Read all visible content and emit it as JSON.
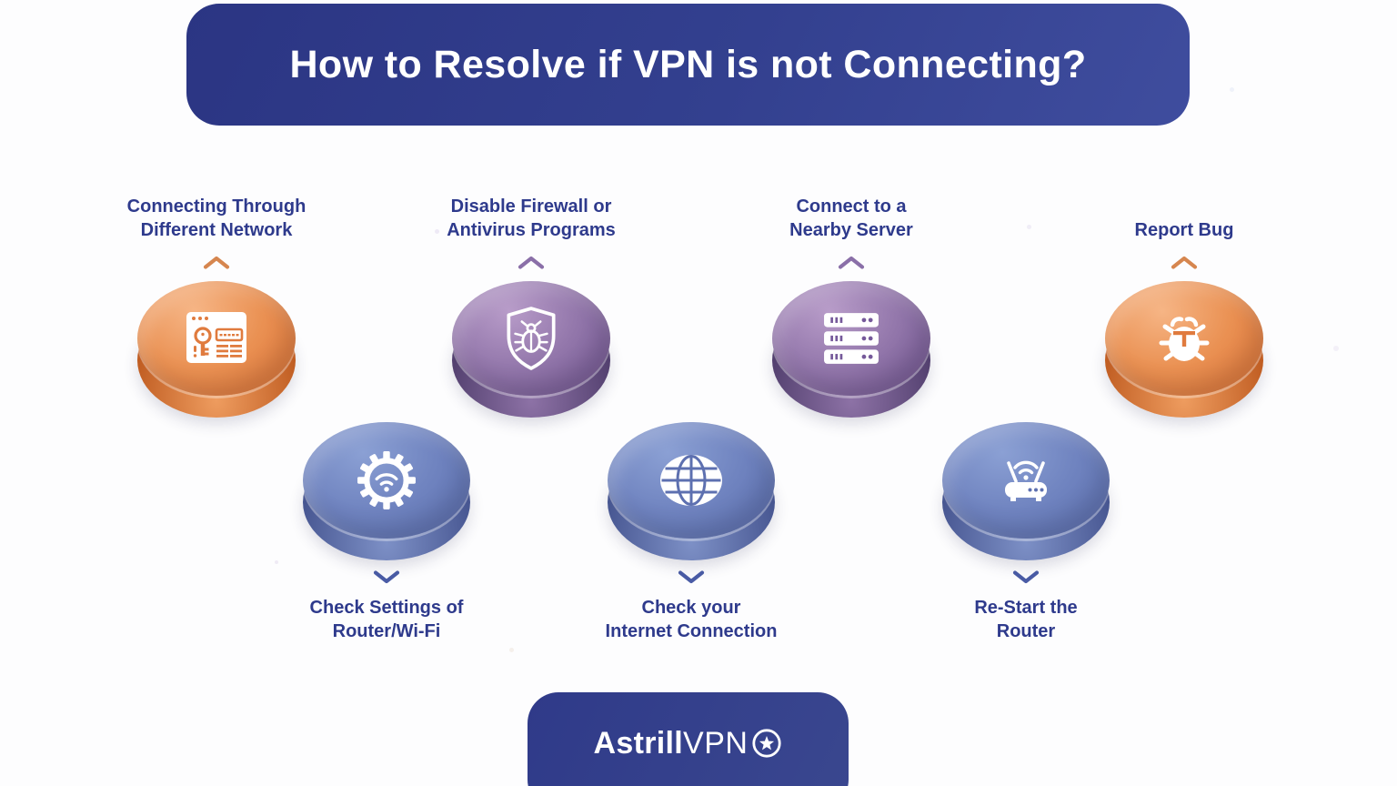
{
  "header": {
    "title": "How to Resolve if VPN is not Connecting?"
  },
  "items": [
    {
      "label": "Connecting Through\nDifferent Network",
      "icon": "browser-key-icon",
      "color": "orange",
      "arrow": "up"
    },
    {
      "label": "Disable Firewall or\nAntivirus Programs",
      "icon": "shield-bug-icon",
      "color": "purple",
      "arrow": "up"
    },
    {
      "label": "Connect to a\nNearby Server",
      "icon": "server-icon",
      "color": "purple",
      "arrow": "up"
    },
    {
      "label": "Report Bug",
      "icon": "bug-icon",
      "color": "orange",
      "arrow": "up"
    },
    {
      "label": "Check Settings of\nRouter/Wi-Fi",
      "icon": "gear-wifi-icon",
      "color": "blue",
      "arrow": "down"
    },
    {
      "label": "Check your\nInternet Connection",
      "icon": "globe-icon",
      "color": "blue",
      "arrow": "down"
    },
    {
      "label": "Re-Start the\nRouter",
      "icon": "router-icon",
      "color": "blue",
      "arrow": "down"
    }
  ],
  "footer": {
    "brand_bold": "Astrill",
    "brand_light": "VPN",
    "logo_icon": "star-circle-icon"
  },
  "colors": {
    "banner_blue": "#2e3a8c",
    "label_text": "#2e3a8c",
    "orange": "#e07b3e",
    "purple": "#8268a3",
    "blue": "#6478b8",
    "white": "#ffffff"
  }
}
